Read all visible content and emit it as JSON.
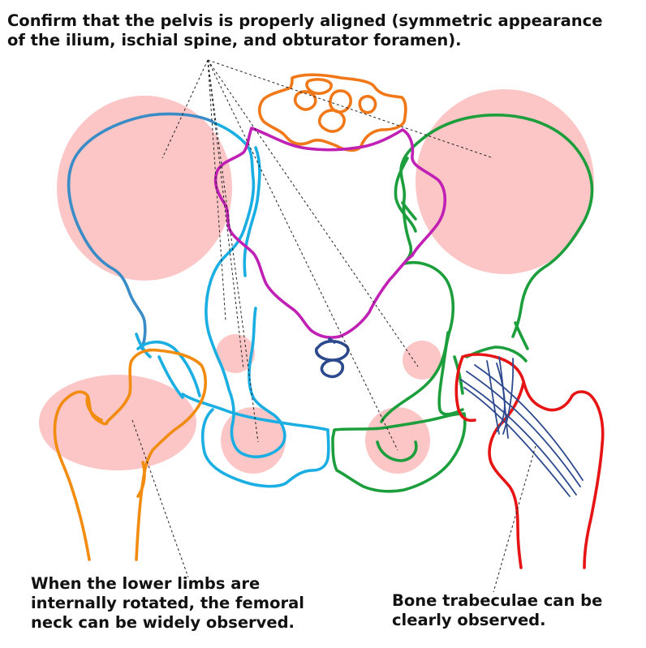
{
  "annotations": {
    "top": "Confirm that the pelvis is properly aligned (symmetric appearance\nof the ilium, ischial spine, and obturator foramen).",
    "bottom_left": "When the lower limbs are\ninternally rotated, the femoral\nneck can be widely observed.",
    "bottom_right": "Bone trabeculae can be\nclearly observed."
  },
  "colors": {
    "highlight": "#fcc6c6",
    "sacrum": "#f07818",
    "pelvic_inlet": "#c021b4",
    "right_hip_bone": "#1aaee2",
    "right_iliac_outline": "#3a8cc6",
    "left_hip_bone": "#1d9e3c",
    "right_femur": "#f28c10",
    "left_femur": "#e61414",
    "coccyx": "#2e4a8e",
    "trabeculae": "#2e4a8e",
    "leader_line": "#222222"
  },
  "icons": [
    "pelvis-radiograph-illustration"
  ]
}
